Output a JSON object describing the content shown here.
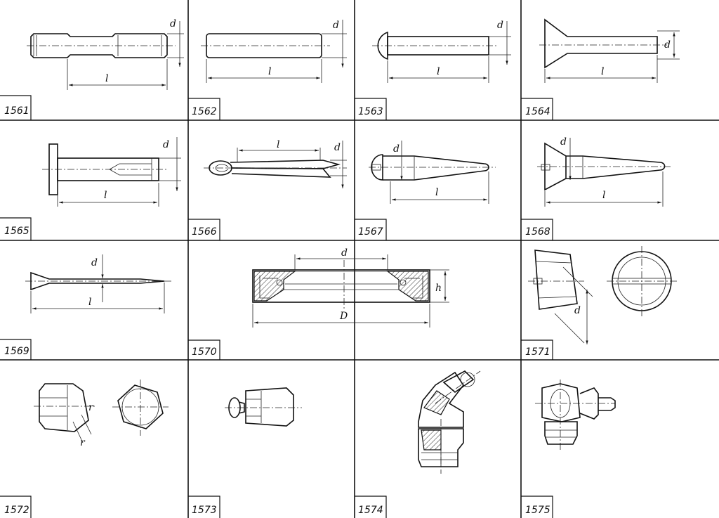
{
  "panels": [
    {
      "id": "1561",
      "dims": [
        "d",
        "l"
      ]
    },
    {
      "id": "1562",
      "dims": [
        "d",
        "l"
      ]
    },
    {
      "id": "1563",
      "dims": [
        "d",
        "l"
      ]
    },
    {
      "id": "1564",
      "dims": [
        "d",
        "l"
      ]
    },
    {
      "id": "1565",
      "dims": [
        "d",
        "l"
      ]
    },
    {
      "id": "1566",
      "dims": [
        "l",
        "d"
      ]
    },
    {
      "id": "1567",
      "dims": [
        "d",
        "l"
      ]
    },
    {
      "id": "1568",
      "dims": [
        "d",
        "l"
      ]
    },
    {
      "id": "1569",
      "dims": [
        "d",
        "l"
      ]
    },
    {
      "id": "1570",
      "dims": [
        "d",
        "h",
        "D"
      ]
    },
    {
      "id": "1571",
      "dims": [
        "d"
      ]
    },
    {
      "id": "1572",
      "dims": [
        "r",
        "r"
      ]
    },
    {
      "id": "1573",
      "dims": []
    },
    {
      "id": "1574",
      "dims": []
    },
    {
      "id": "1575",
      "dims": []
    }
  ]
}
